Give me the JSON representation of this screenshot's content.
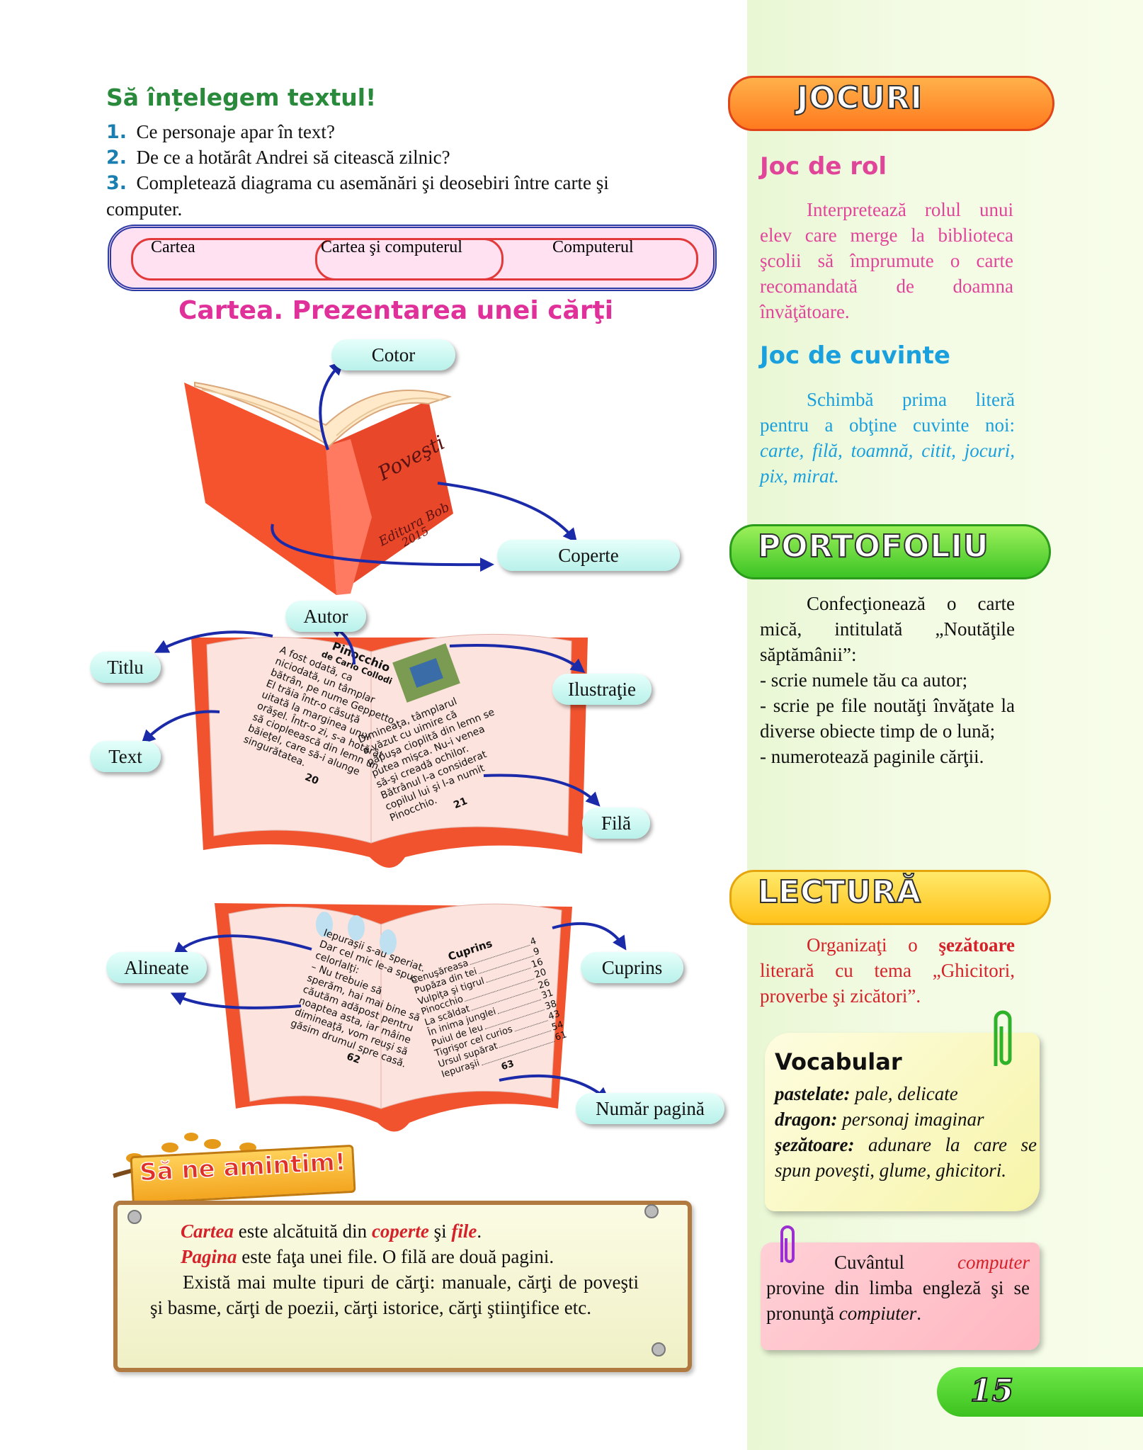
{
  "section_title": "Să înțelegem textul!",
  "questions": [
    {
      "num": "1.",
      "text": "Ce personaje apar în text?"
    },
    {
      "num": "2.",
      "text": "De ce a hotărât Andrei să citească zilnic?"
    },
    {
      "num": "3.",
      "text": "Completează diagrama cu asemănări şi deosebiri între carte şi",
      "cont": "computer."
    }
  ],
  "venn": {
    "left": "Cartea",
    "middle": "Cartea şi computerul",
    "right": "Computerul"
  },
  "book_title": "Cartea. Prezentarea unei cărţi",
  "labels": {
    "cotor": "Cotor",
    "coperte": "Coperte",
    "autor": "Autor",
    "titlu": "Titlu",
    "text": "Text",
    "ilustratie": "Ilustraţie",
    "fila": "Filă",
    "alineate": "Alineate",
    "cuprins": "Cuprins",
    "numar_pagina": "Număr pagină"
  },
  "book1": {
    "cover_title": "Poveşti",
    "publisher": "Editura Bob",
    "year": "2015"
  },
  "book2": {
    "title": "Pinocchio",
    "author": "de Carlo Collodi",
    "left_lines": [
      "A fost odată, ca",
      "niciodată, un tâmplar",
      "bătrân, pe nume Geppetto.",
      "El trăia într-o căsuţă",
      "uitată la marginea unui",
      "orăşel. Într-o zi, s-a hotărât",
      "să ciopleească din lemn un",
      "băieţel, care să-i alunge",
      "singurătatea."
    ],
    "right_lines": [
      "Dimineaţa, tâmplarul",
      "a văzut cu uimire că",
      "păpuşa cioplită din lemn se",
      "putea mişca. Nu-i venea",
      "să-şi creadă ochilor.",
      "Bătrânul l-a considerat",
      "copilul lui şi l-a numit",
      "Pinocchio."
    ],
    "page_left": "20",
    "page_right": "21"
  },
  "book3": {
    "left_lines": [
      "Iepuraşii s-au speriat.",
      "Dar cel mic le-a spus",
      "celorlalţi:",
      "– Nu trebuie să",
      "sperăm, hai mai bine să",
      "căutăm adăpost pentru",
      "noaptea asta, iar mâine",
      "dimineaţă, vom reuşi să",
      "găsim drumul spre casă."
    ],
    "toc_title": "Cuprins",
    "toc": [
      {
        "t": "Cenuşăreasa",
        "p": "4"
      },
      {
        "t": "Pupăza din tei",
        "p": "9"
      },
      {
        "t": "Vulpiţa şi tigrul",
        "p": "16"
      },
      {
        "t": "Pinocchio",
        "p": "20"
      },
      {
        "t": "La scăldat",
        "p": "26"
      },
      {
        "t": "În inima junglei",
        "p": "31"
      },
      {
        "t": "Puiul de leu",
        "p": "38"
      },
      {
        "t": "Tigrişor cel curios",
        "p": "43"
      },
      {
        "t": "Ursul supărat",
        "p": "54"
      },
      {
        "t": "Iepuraşii",
        "p": "61"
      }
    ],
    "page_left": "62",
    "page_right": "63"
  },
  "remember": {
    "title": "Să ne amintim!",
    "line1_a": "Cartea",
    "line1_b": " este alcătuită din ",
    "line1_c": "coperte",
    "line1_d": " şi ",
    "line1_e": "file",
    "line1_f": ".",
    "line2_a": "Pagina",
    "line2_b": " este faţa unei file. O filă are două pagini.",
    "line3": "Există mai multe tipuri de cărţi: manuale, cărţi de poveşti şi basme, cărţi de poezii, cărţi istorice, cărţi ştiinţifice etc."
  },
  "sidebar": {
    "jocuri": "JOCURI",
    "joc_rol_title": "Joc de rol",
    "joc_rol_text": "Interpretează rolul unui elev care merge la biblioteca şcolii să împrumute o carte recomandată de doamna învăţătoare.",
    "joc_cuv_title": "Joc de cuvinte",
    "joc_cuv_text": "Schimbă prima literă pentru a obţine cuvinte noi:",
    "joc_cuv_words": "carte, filă, toamnă, citit, jocuri, pix, mirat.",
    "portofoliu": "PORTOFOLIU",
    "portofoliu_intro": "Confecţionează o carte mică, intitulată „Noutăţile săptămânii”:",
    "portofoliu_items": [
      "- scrie numele tău ca autor;",
      "- scrie pe file noutăţi învăţate la diverse obiecte timp de o lună;",
      "- numerotează paginile cărţii."
    ],
    "lectura": "LECTURĂ",
    "lectura_a": "Organizaţi o ",
    "lectura_b": "şezătoare",
    "lectura_c": " literară cu tema „Ghicitori, proverbe şi zicători”.",
    "vocab_title": "Vocabular",
    "vocab": [
      {
        "w": "pastelate:",
        "d": " pale, delicate"
      },
      {
        "w": "dragon:",
        "d": " personaj imaginar"
      },
      {
        "w": "şezătoare:",
        "d": " adunare la care se spun poveşti, glume, ghicitori."
      }
    ],
    "note_a": "Cuvântul ",
    "note_b": "computer",
    "note_c": " provine din limba engleză şi se pronunţă ",
    "note_d": "compiuter",
    "note_e": "."
  },
  "page_number": "15"
}
